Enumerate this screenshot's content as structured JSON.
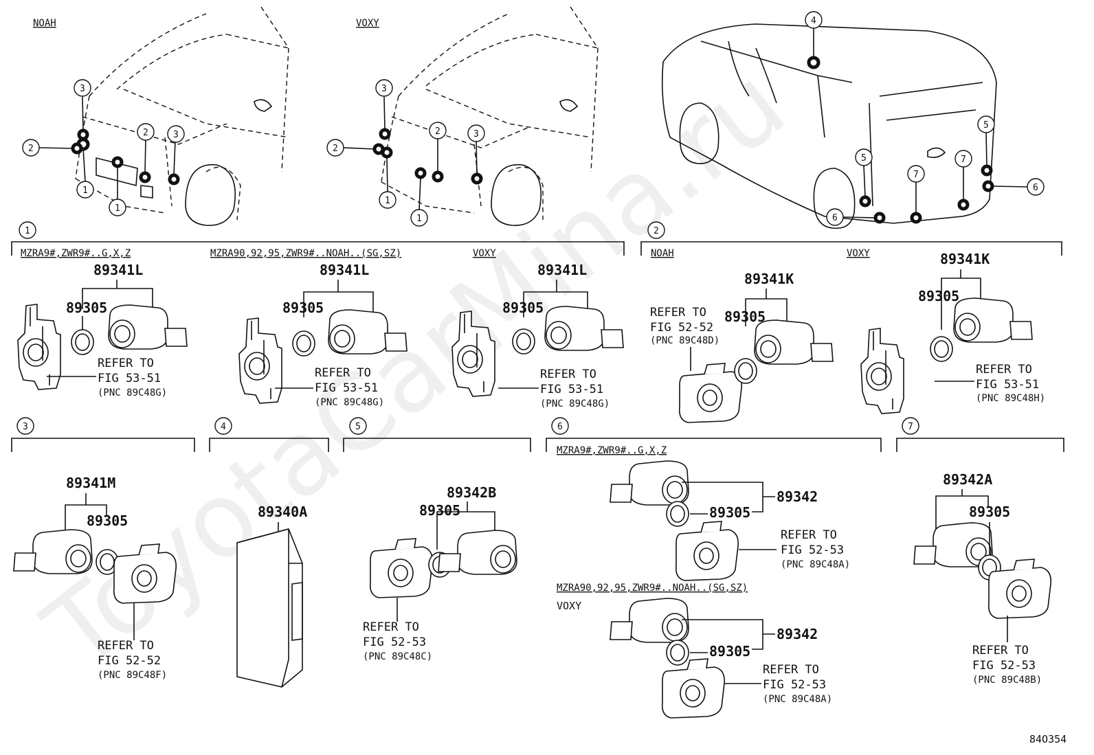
{
  "watermark": "ToyotaCarMina.ru",
  "figure_code": "84O354",
  "vehicles": {
    "noah": "NOAH",
    "voxy": "VOXY"
  },
  "callouts": [
    "1",
    "2",
    "3",
    "4",
    "5",
    "6",
    "7"
  ],
  "groups": {
    "g1": {
      "num": "1",
      "sub_a": {
        "caption": "MZRA9#,ZWR9#..G,X,Z",
        "assy": "89341L",
        "ring": "89305",
        "ref": "REFER TO",
        "fig": "FIG 53-51",
        "pnc": "(PNC 89C48G)"
      },
      "sub_b": {
        "caption": "MZRA90,92,95,ZWR9#..NOAH..(SG,SZ)",
        "assy": "89341L",
        "ring": "89305",
        "ref": "REFER TO",
        "fig": "FIG 53-51",
        "pnc": "(PNC 89C48G)"
      },
      "sub_c": {
        "caption": "VOXY",
        "assy": "89341L",
        "ring": "89305",
        "ref": "REFER TO",
        "fig": "FIG 53-51",
        "pnc": "(PNC 89C48G)"
      }
    },
    "g2": {
      "num": "2",
      "sub_a": {
        "caption": "NOAH",
        "assy": "89341K",
        "ring": "89305",
        "ref": "REFER TO",
        "fig": "FIG 52-52",
        "pnc": "(PNC 89C48D)"
      },
      "sub_b": {
        "caption": "VOXY",
        "assy": "89341K",
        "ring": "89305",
        "ref": "REFER TO",
        "fig": "FIG 53-51",
        "pnc": "(PNC 89C48H)"
      }
    },
    "g3": {
      "num": "3",
      "assy": "89341M",
      "ring": "89305",
      "ref": "REFER TO",
      "fig": "FIG 52-52",
      "pnc": "(PNC 89C48F)"
    },
    "g4": {
      "num": "4",
      "assy": "89340A"
    },
    "g5": {
      "num": "5",
      "assy": "89342B",
      "ring": "89305",
      "ref": "REFER TO",
      "fig": "FIG 52-53",
      "pnc": "(PNC 89C48C)"
    },
    "g6": {
      "num": "6",
      "sub_a": {
        "caption": "MZRA9#,ZWR9#..G,X,Z",
        "assy": "89342",
        "ring": "89305",
        "ref": "REFER TO",
        "fig": "FIG 52-53",
        "pnc": "(PNC 89C48A)"
      },
      "sub_b": {
        "caption": "MZRA90,92,95,ZWR9#..NOAH..(SG,SZ)",
        "caption2": "VOXY",
        "assy": "89342",
        "ring": "89305",
        "ref": "REFER TO",
        "fig": "FIG 52-53",
        "pnc": "(PNC 89C48A)"
      }
    },
    "g7": {
      "num": "7",
      "assy": "89342A",
      "ring": "89305",
      "ref": "REFER TO",
      "fig": "FIG 52-53",
      "pnc": "(PNC 89C48B)"
    }
  }
}
